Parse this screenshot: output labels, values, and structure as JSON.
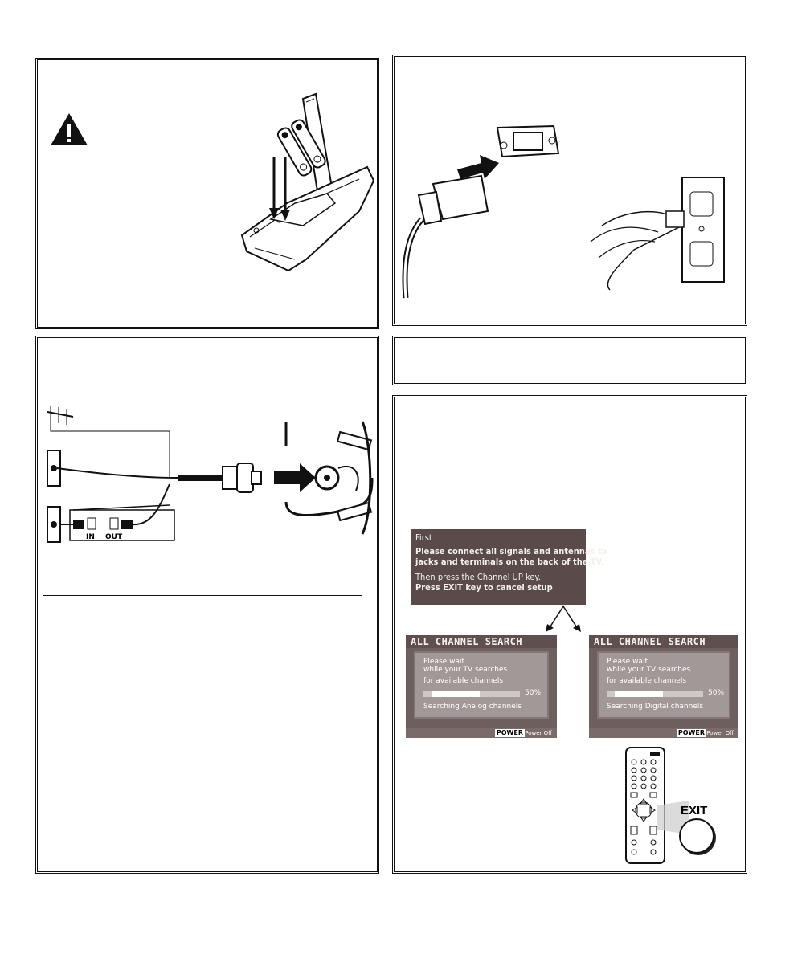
{
  "setup_prompt": {
    "heading": "First",
    "line1": "Please connect all signals and antennas to",
    "line2": "jacks and terminals on the back of the TV.",
    "line3": "Then press the Channel UP key.",
    "line4": "Press EXIT key to cancel setup"
  },
  "search_screens": [
    {
      "title": "ALL CHANNEL SEARCH",
      "wait": "Please wait",
      "while": "while your TV searches",
      "for": "for available channels",
      "progress_percent": 50,
      "percent_label": "50%",
      "status": "Searching Analog channels",
      "power_key": "POWER",
      "power_action": "Power Off"
    },
    {
      "title": "ALL CHANNEL SEARCH",
      "wait": "Please wait",
      "while": "while your TV searches",
      "for": "for available channels",
      "progress_percent": 50,
      "percent_label": "50%",
      "status": "Searching Digital channels",
      "power_key": "POWER",
      "power_action": "Power Off"
    }
  ],
  "diagram_labels": {
    "in_label": "IN",
    "out_label": "OUT",
    "exit_button": "EXIT"
  },
  "colors": {
    "screen_bg": "#5a4a4a",
    "border": "#111111"
  }
}
